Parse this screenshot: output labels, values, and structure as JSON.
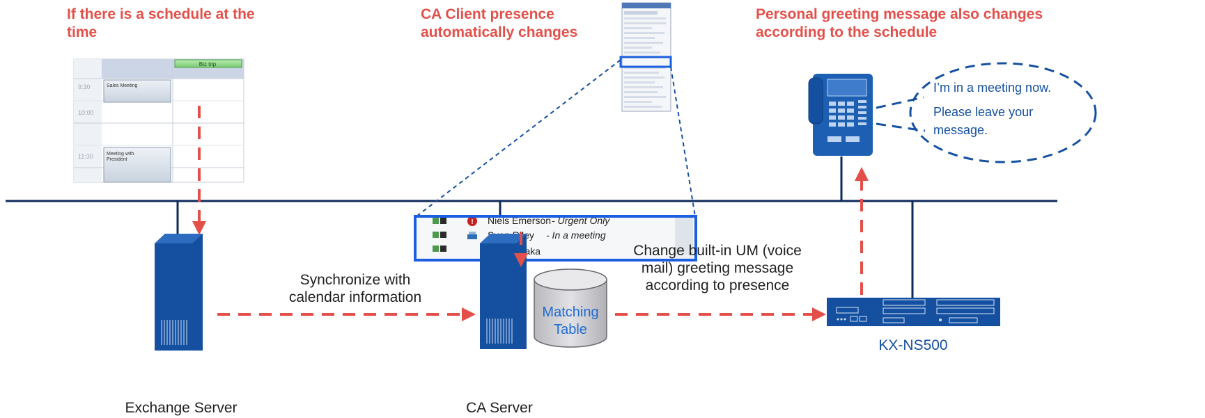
{
  "titles": {
    "schedule": "If there is a schedule at the time",
    "presence": "CA Client presence automatically changes",
    "greeting": "Personal greeting message also changes according to the schedule"
  },
  "calendar": {
    "bar_label": "Biz trip",
    "time_930": "9:30",
    "time_1000": "10:00",
    "time_1130": "11:30",
    "event1": "Sales Meeting",
    "event2_line1": "Meeting with",
    "event2_line2": "President"
  },
  "presence_list": {
    "row1_name": "Niels Emerson",
    "row1_status": "- Urgent Only",
    "row2_name": "Sven Riley",
    "row2_status": "- In a meeting",
    "row3_name": "Taro Tanaka"
  },
  "bubble": {
    "line1": "I’m in a meeting now.",
    "line2": "Please leave your",
    "line3": "message."
  },
  "labels": {
    "sync_line1": "Synchronize with",
    "sync_line2": "calendar information",
    "um_line1": "Change built-in UM (voice",
    "um_line2": "mail) greeting message",
    "um_line3": "according to presence",
    "matching_line1": "Matching",
    "matching_line2": "Table",
    "exchange": "Exchange Server",
    "ca_server": "CA Server",
    "pbx": "KX-NS500"
  },
  "colors": {
    "accent_red": "#e3504a",
    "brand_blue": "#1550a0",
    "network_line": "#0d2a5a"
  }
}
